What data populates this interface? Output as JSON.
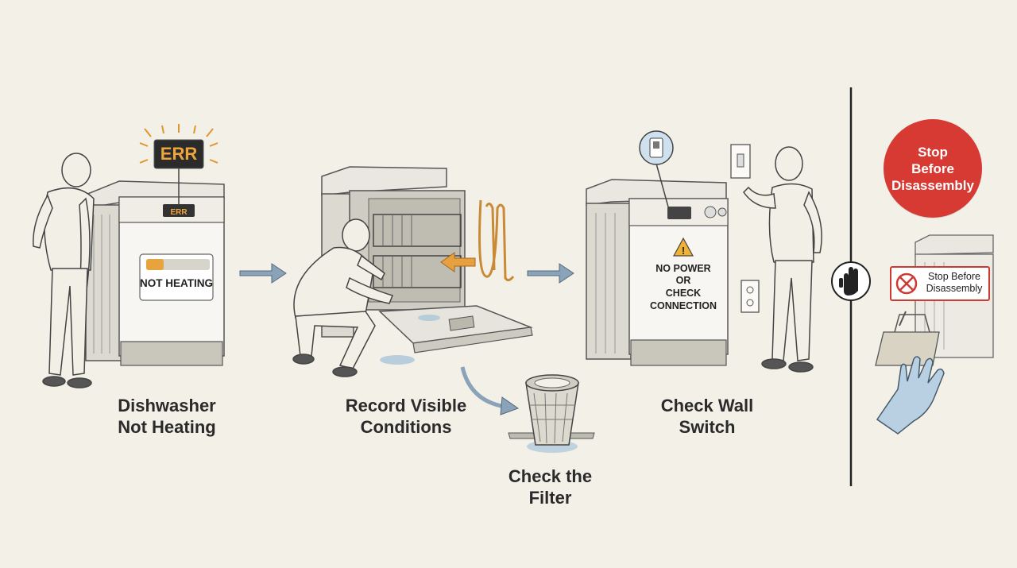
{
  "steps": [
    {
      "caption": "Dishwasher\nNot Heating",
      "display": "ERR",
      "panel_readout": "ERR",
      "label": "NOT HEATING"
    },
    {
      "caption": "Record Visible\nConditions"
    },
    {
      "caption": "Check the\nFilter"
    },
    {
      "caption": "Check Wall\nSwitch",
      "warning_lines": [
        "NO POWER",
        "OR",
        "CHECK",
        "CONNECTION"
      ]
    }
  ],
  "stop": {
    "badge": "Stop\nBefore\nDisassembly",
    "sign": "Stop Before\nDisassembly"
  },
  "icons": [
    "arrow-right-icon",
    "curved-arrow-icon",
    "warning-icon",
    "light-switch-icon",
    "hand-stop-icon",
    "no-entry-icon",
    "glove-icon",
    "toolbox-icon",
    "heating-element-icon",
    "filter-icon",
    "wall-outlet-icon"
  ],
  "colors": {
    "accent_orange": "#d98c2a",
    "stop_red": "#d63a32",
    "arrow_blue": "#8aa3b8",
    "ink": "#2a2a2a"
  }
}
